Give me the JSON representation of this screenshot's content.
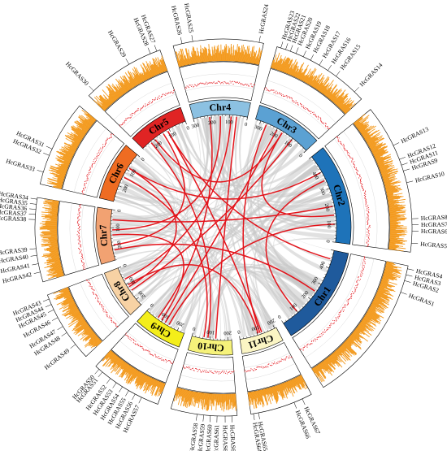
{
  "chart_data": {
    "type": "circos",
    "chromosomes": [
      {
        "name": "Chr1",
        "length": 500,
        "color": "#1f5a9c"
      },
      {
        "name": "Chr2",
        "length": 500,
        "color": "#1e73b9"
      },
      {
        "name": "Chr3",
        "length": 330,
        "color": "#5ba1d3"
      },
      {
        "name": "Chr4",
        "length": 300,
        "color": "#8cc1e2"
      },
      {
        "name": "Chr5",
        "length": 280,
        "color": "#e02424"
      },
      {
        "name": "Chr6",
        "length": 290,
        "color": "#ef6c22"
      },
      {
        "name": "Chr7",
        "length": 280,
        "color": "#f2a272"
      },
      {
        "name": "Chr8",
        "length": 240,
        "color": "#f7d2a4"
      },
      {
        "name": "Chr9",
        "length": 240,
        "color": "#f4ee1a"
      },
      {
        "name": "Chr10",
        "length": 220,
        "color": "#f6f27a"
      },
      {
        "name": "Chr11",
        "length": 210,
        "color": "#fbf5c4"
      }
    ],
    "tick_labels": [
      "0",
      "100",
      "200",
      "300",
      "400"
    ],
    "genes": [
      {
        "name": "HcGRAS1",
        "chr": 0,
        "pos": 0.82
      },
      {
        "name": "HcGRAS2",
        "chr": 0,
        "pos": 0.9
      },
      {
        "name": "HcGRAS3",
        "chr": 0,
        "pos": 0.94
      },
      {
        "name": "HcGRAS4",
        "chr": 0,
        "pos": 0.98
      },
      {
        "name": "HcGRAS5",
        "chr": 1,
        "pos": 0.06
      },
      {
        "name": "HcGRAS6",
        "chr": 1,
        "pos": 0.14
      },
      {
        "name": "HcGRAS7",
        "chr": 1,
        "pos": 0.18
      },
      {
        "name": "HcGRAS8",
        "chr": 1,
        "pos": 0.22
      },
      {
        "name": "HcGRAS9",
        "chr": 1,
        "pos": 0.54
      },
      {
        "name": "HcGRAS10",
        "chr": 1,
        "pos": 0.46
      },
      {
        "name": "HcGRAS11",
        "chr": 1,
        "pos": 0.58
      },
      {
        "name": "HcGRAS12",
        "chr": 1,
        "pos": 0.62
      },
      {
        "name": "HcGRAS13",
        "chr": 1,
        "pos": 0.72
      },
      {
        "name": "HcGRAS14",
        "chr": 2,
        "pos": 0.1
      },
      {
        "name": "HcGRAS15",
        "chr": 2,
        "pos": 0.34
      },
      {
        "name": "HcGRAS16",
        "chr": 2,
        "pos": 0.44
      },
      {
        "name": "HcGRAS17",
        "chr": 2,
        "pos": 0.54
      },
      {
        "name": "HcGRAS18",
        "chr": 2,
        "pos": 0.64
      },
      {
        "name": "HcGRAS19",
        "chr": 2,
        "pos": 0.72
      },
      {
        "name": "HcGRAS20",
        "chr": 2,
        "pos": 0.8
      },
      {
        "name": "HcGRAS21",
        "chr": 2,
        "pos": 0.86
      },
      {
        "name": "HcGRAS22",
        "chr": 2,
        "pos": 0.91
      },
      {
        "name": "HcGRAS23",
        "chr": 2,
        "pos": 0.96
      },
      {
        "name": "HcGRAS24",
        "chr": 3,
        "pos": 0.05
      },
      {
        "name": "HcGRAS25",
        "chr": 3,
        "pos": 0.78
      },
      {
        "name": "HcGRAS26",
        "chr": 3,
        "pos": 0.9
      },
      {
        "name": "HcGRAS27",
        "chr": 4,
        "pos": 0.04
      },
      {
        "name": "HcGRAS28",
        "chr": 4,
        "pos": 0.12
      },
      {
        "name": "HcGRAS29",
        "chr": 4,
        "pos": 0.4
      },
      {
        "name": "HcGRAS30",
        "chr": 4,
        "pos": 0.92
      },
      {
        "name": "HcGRAS31",
        "chr": 5,
        "pos": 0.58
      },
      {
        "name": "HcGRAS32",
        "chr": 5,
        "pos": 0.66
      },
      {
        "name": "HcGRAS33",
        "chr": 5,
        "pos": 0.86
      },
      {
        "name": "HcGRAS34",
        "chr": 6,
        "pos": 0.02
      },
      {
        "name": "HcGRAS35",
        "chr": 6,
        "pos": 0.08
      },
      {
        "name": "HcGRAS36",
        "chr": 6,
        "pos": 0.14
      },
      {
        "name": "HcGRAS37",
        "chr": 6,
        "pos": 0.2
      },
      {
        "name": "HcGRAS38",
        "chr": 6,
        "pos": 0.26
      },
      {
        "name": "HcGRAS39",
        "chr": 6,
        "pos": 0.6
      },
      {
        "name": "HcGRAS40",
        "chr": 6,
        "pos": 0.68
      },
      {
        "name": "HcGRAS41",
        "chr": 6,
        "pos": 0.78
      },
      {
        "name": "HcGRAS42",
        "chr": 6,
        "pos": 0.88
      },
      {
        "name": "HcGRAS43",
        "chr": 7,
        "pos": 0.06
      },
      {
        "name": "HcGRAS44",
        "chr": 7,
        "pos": 0.14
      },
      {
        "name": "HcGRAS45",
        "chr": 7,
        "pos": 0.22
      },
      {
        "name": "HcGRAS46",
        "chr": 7,
        "pos": 0.34
      },
      {
        "name": "HcGRAS47",
        "chr": 7,
        "pos": 0.48
      },
      {
        "name": "HcGRAS48",
        "chr": 7,
        "pos": 0.58
      },
      {
        "name": "HcGRAS49",
        "chr": 7,
        "pos": 0.78
      },
      {
        "name": "HcGRAS50",
        "chr": 8,
        "pos": 0.06
      },
      {
        "name": "HcGRAS51",
        "chr": 8,
        "pos": 0.12
      },
      {
        "name": "HcGRAS52",
        "chr": 8,
        "pos": 0.26
      },
      {
        "name": "HcGRAS53",
        "chr": 8,
        "pos": 0.36
      },
      {
        "name": "HcGRAS54",
        "chr": 8,
        "pos": 0.46
      },
      {
        "name": "HcGRAS55",
        "chr": 8,
        "pos": 0.56
      },
      {
        "name": "HcGRAS56",
        "chr": 8,
        "pos": 0.66
      },
      {
        "name": "HcGRAS57",
        "chr": 8,
        "pos": 0.76
      },
      {
        "name": "HcGRAS58",
        "chr": 9,
        "pos": 0.4
      },
      {
        "name": "HcGRAS59",
        "chr": 9,
        "pos": 0.5
      },
      {
        "name": "HcGRAS60",
        "chr": 9,
        "pos": 0.6
      },
      {
        "name": "HcGRAS61",
        "chr": 9,
        "pos": 0.7
      },
      {
        "name": "HcGRAS62",
        "chr": 9,
        "pos": 0.82
      },
      {
        "name": "HcGRAS63",
        "chr": 9,
        "pos": 0.92
      },
      {
        "name": "HcGRAS64",
        "chr": 10,
        "pos": 0.04
      },
      {
        "name": "HcGRAS65",
        "chr": 10,
        "pos": 0.12
      },
      {
        "name": "HcGRAS66",
        "chr": 10,
        "pos": 0.7
      },
      {
        "name": "HcGRAS67",
        "chr": 10,
        "pos": 0.84
      }
    ],
    "links_red": [
      [
        7,
        0.3,
        3,
        0.3
      ],
      [
        7,
        0.45,
        10,
        0.5
      ],
      [
        8,
        0.4,
        6,
        0.5
      ],
      [
        8,
        0.5,
        2,
        0.6
      ],
      [
        6,
        0.2,
        1,
        0.4
      ],
      [
        6,
        0.7,
        4,
        0.5
      ],
      [
        10,
        0.6,
        4,
        0.4
      ],
      [
        10,
        0.55,
        2,
        0.8
      ],
      [
        4,
        0.7,
        2,
        0.5
      ],
      [
        4,
        0.4,
        0,
        0.9
      ],
      [
        5,
        0.5,
        9,
        0.3
      ],
      [
        5,
        0.3,
        1,
        0.8
      ],
      [
        3,
        0.5,
        6,
        0.4
      ],
      [
        3,
        0.2,
        9,
        0.6
      ],
      [
        2,
        0.3,
        7,
        0.6
      ],
      [
        2,
        0.5,
        1,
        0.3
      ],
      [
        1,
        0.7,
        0,
        0.2
      ],
      [
        1,
        0.2,
        8,
        0.6
      ],
      [
        0,
        0.5,
        6,
        0.8
      ],
      [
        9,
        0.4,
        4,
        0.8
      ],
      [
        7,
        0.5,
        5,
        0.3
      ],
      [
        8,
        0.3,
        3,
        0.7
      ]
    ],
    "grey_link_count": 140
  }
}
